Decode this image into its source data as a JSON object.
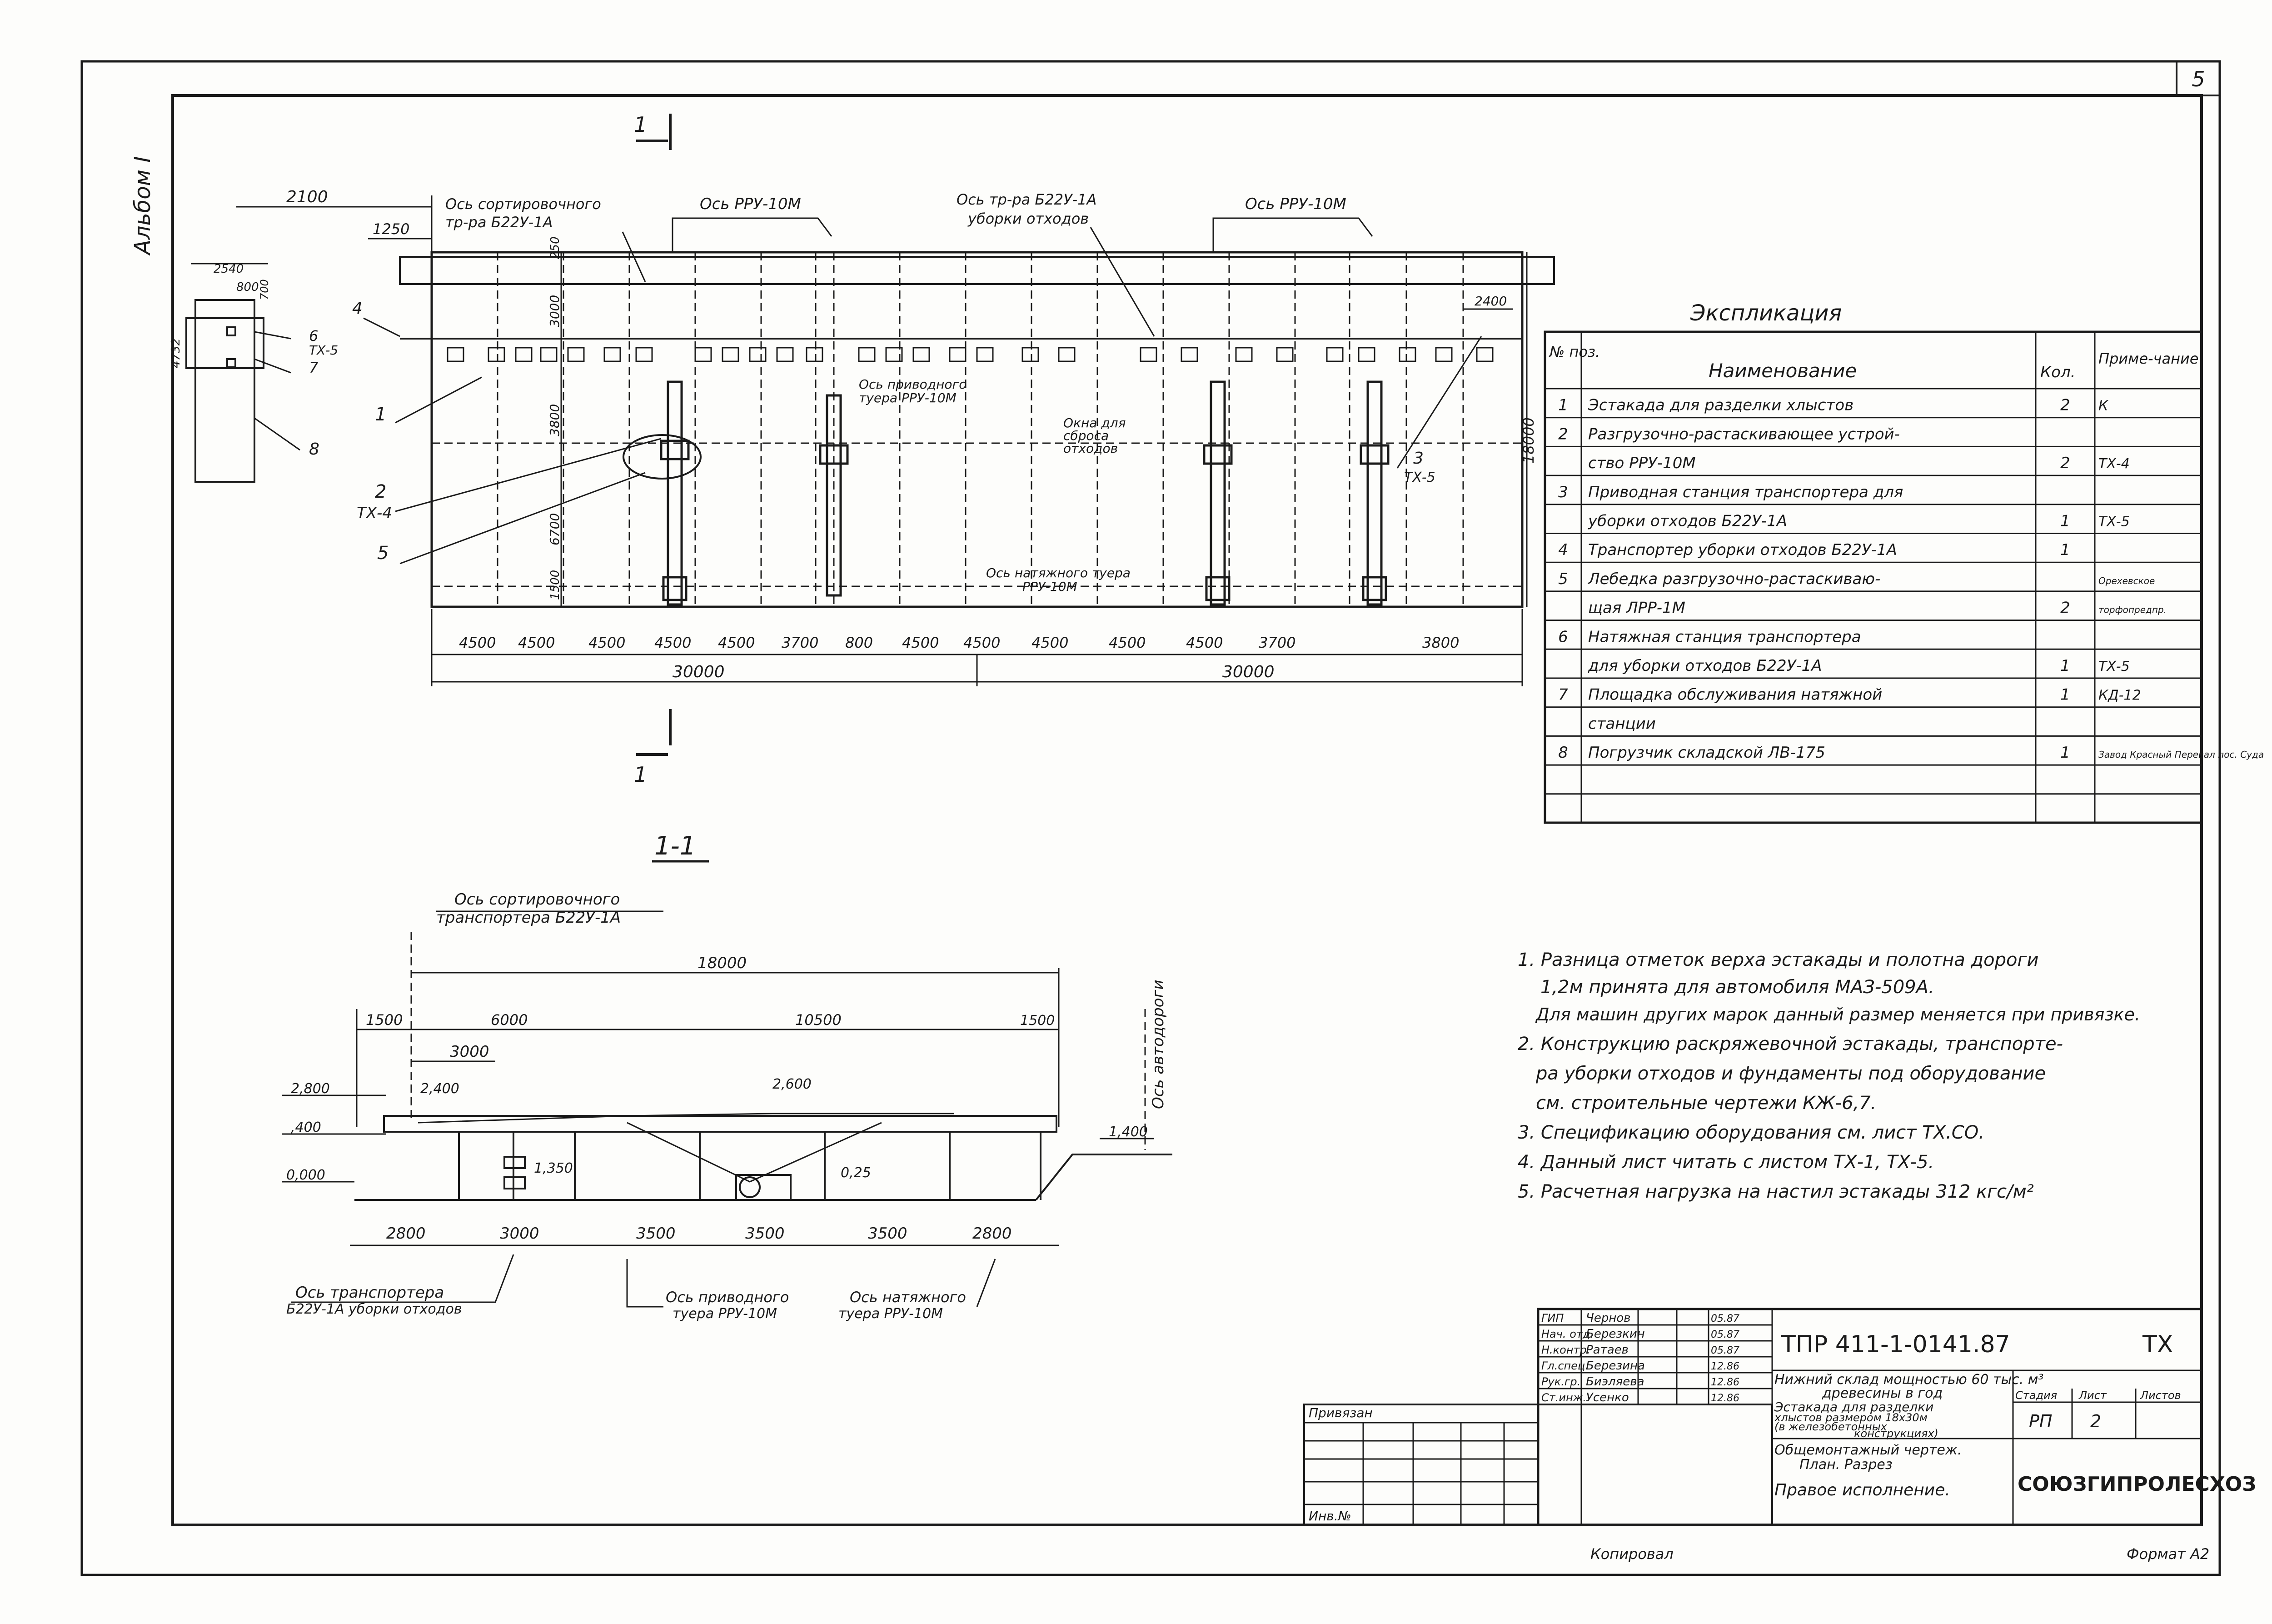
{
  "sheet_number": "5",
  "inventory_number": "Альбом I",
  "plan": {
    "axis_sort": [
      "Ось сортировочного",
      "тр-ра Б22У-1А"
    ],
    "axis_rru_1": "Ось РРУ-10М",
    "axis_waste": [
      "Ось тр-ра Б22У-1А",
      "уборки отходов"
    ],
    "axis_rru_2": "Ось РРУ-10М",
    "dim_top_left": "2100",
    "dim_1250": "1250",
    "dim_3000": "3000",
    "dim_2400": "2400",
    "dim_18000": "18000",
    "dim_3800": "3800",
    "dim_6700": "6700",
    "dim_1500": "1500",
    "dim_250": "250",
    "left_dims": [
      "2540",
      "800",
      "700",
      "4732"
    ],
    "note_drive": [
      "Ось приводного",
      "туера РРУ-10М"
    ],
    "note_windows": [
      "Окна для",
      "сброса",
      "отходов"
    ],
    "note_tension": [
      "Ось натяжного туера",
      "РРУ-10М"
    ],
    "bottom_dims": [
      "4500",
      "4500",
      "4500",
      "4500",
      "4500",
      "3700",
      "800",
      "4500",
      "4500",
      "4500",
      "4500",
      "4500",
      "3700",
      "3800"
    ],
    "total_left": "30000",
    "total_right": "30000",
    "callouts": [
      "1",
      "2",
      "ТХ-4",
      "5",
      "3",
      "ТХ-5",
      "4",
      "6",
      "ТХ-5",
      "7",
      "8"
    ],
    "section_mark": "1"
  },
  "section": {
    "title": "1-1",
    "axis_sort": [
      "Ось сортировочного",
      "транспортера Б22У-1А"
    ],
    "axis_road": "Ось автодороги",
    "dim_total": "18000",
    "dims_top": [
      "1500",
      "6000",
      "10500",
      "1500"
    ],
    "dim_3000": "3000",
    "levels": [
      "2,800",
      "2,400",
      "2,600",
      "1,400",
      ",400",
      "0,000",
      "1,350",
      "0,25"
    ],
    "dims_bottom": [
      "2800",
      "3000",
      "3500",
      "3500",
      "3500",
      "2800"
    ],
    "axis_waste": [
      "Ось транспортера",
      "Б22У-1А уборки отходов"
    ],
    "axis_drive": [
      "Ось приводного",
      "туера РРУ-10М"
    ],
    "axis_tension": [
      "Ось натяжного",
      "туера РРУ-10М"
    ]
  },
  "explication": {
    "title": "Экспликация",
    "headers": [
      "№ поз.",
      "Наименование",
      "Кол.",
      "Приме-чание"
    ],
    "rows": [
      {
        "pos": "1",
        "name": "Эстакада для разделки хлыстов",
        "qty": "2",
        "note": "К"
      },
      {
        "pos": "2",
        "name": "Разгрузочно-растаскивающее устрой-",
        "qty": "",
        "note": ""
      },
      {
        "pos": "",
        "name": "ство РРУ-10М",
        "qty": "2",
        "note": "ТХ-4"
      },
      {
        "pos": "3",
        "name": "Приводная станция транспортера для",
        "qty": "",
        "note": ""
      },
      {
        "pos": "",
        "name": "уборки отходов Б22У-1А",
        "qty": "1",
        "note": "ТХ-5"
      },
      {
        "pos": "4",
        "name": "Транспортер уборки отходов Б22У-1А",
        "qty": "1",
        "note": ""
      },
      {
        "pos": "5",
        "name": "Лебедка разгрузочно-растаскиваю-",
        "qty": "",
        "note": "Орехевское"
      },
      {
        "pos": "",
        "name": "щая ЛРР-1М",
        "qty": "2",
        "note": "торфопредпр."
      },
      {
        "pos": "6",
        "name": "Натяжная станция транспортера",
        "qty": "",
        "note": ""
      },
      {
        "pos": "",
        "name": "для уборки отходов Б22У-1А",
        "qty": "1",
        "note": "ТХ-5"
      },
      {
        "pos": "7",
        "name": "Площадка обслуживания натяжной",
        "qty": "1",
        "note": "КД-12"
      },
      {
        "pos": "",
        "name": "станции",
        "qty": "",
        "note": ""
      },
      {
        "pos": "8",
        "name": "Погрузчик складской ЛВ-175",
        "qty": "1",
        "note": "Завод Красный Перевал пос. Суда"
      },
      {
        "pos": "",
        "name": "",
        "qty": "",
        "note": ""
      },
      {
        "pos": "",
        "name": "",
        "qty": "",
        "note": ""
      }
    ]
  },
  "notes": [
    "1. Разница отметок верха эстакады и полотна дороги",
    "1,2м принята для автомобиля МАЗ-509А.",
    "Для машин других марок данный размер меняется при привязке.",
    "2. Конструкцию раскряжевочной эстакады, транспорте-",
    "ра уборки отходов и фундаменты под оборудование",
    "см. строительные чертежи КЖ-6,7.",
    "3. Спецификацию оборудования см. лист ТХ.СО.",
    "4. Данный лист читать с листом ТХ-1, ТХ-5.",
    "5. Расчетная нагрузка на настил эстакады 312 кгс/м²"
  ],
  "title_block": {
    "code": "ТПР 411-1-0141.87",
    "mark": "ТХ",
    "project": [
      "Нижний склад мощностью 60 тыс. м³",
      "древесины в год"
    ],
    "building": [
      "Эстакада для разделки",
      "хлыстов размером 18х30м",
      "(в железобетонных",
      "конструкциях)"
    ],
    "drawing": [
      "Общемонтажный чертеж.",
      "План. Разрез"
    ],
    "variant": "Правое исполнение.",
    "stage_label": "Стадия",
    "sheet_label": "Лист",
    "sheets_label": "Листов",
    "stage": "РП",
    "sheet": "2",
    "org": "СОЮЗГИПРОЛЕСХОЗ",
    "roles": [
      "ГИП",
      "Нач. отд.",
      "Н.контр.",
      "Гл.спец.",
      "Рук.гр.",
      "Ст.инж."
    ],
    "names": [
      "Чернов",
      "Березкин",
      "Ратаев",
      "Березина",
      "Биэляева",
      "Усенко"
    ],
    "dates": [
      "05.87",
      "05.87",
      "05.87",
      "12.86",
      "12.86",
      "12.86"
    ],
    "bind_label": "Привязан",
    "inv_label": "Инв.№"
  },
  "footer": {
    "copied": "Копировал",
    "format": "Формат А2"
  }
}
